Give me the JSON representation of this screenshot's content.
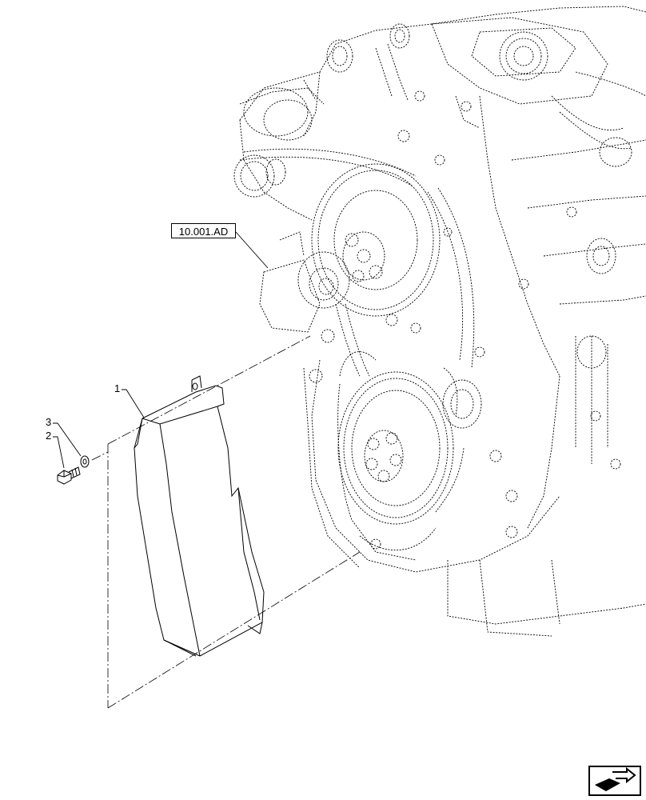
{
  "diagram": {
    "reference": "10.001.AD",
    "callouts": [
      {
        "id": "callout-1",
        "label": "1"
      },
      {
        "id": "callout-2",
        "label": "2"
      },
      {
        "id": "callout-3",
        "label": "3"
      }
    ],
    "parts": {
      "engine": "engine-assembly",
      "shield": "belt-guard-shield",
      "bolt": "bolt",
      "washer": "washer"
    }
  },
  "nav": {
    "icon": "next-page-arrow-icon"
  }
}
